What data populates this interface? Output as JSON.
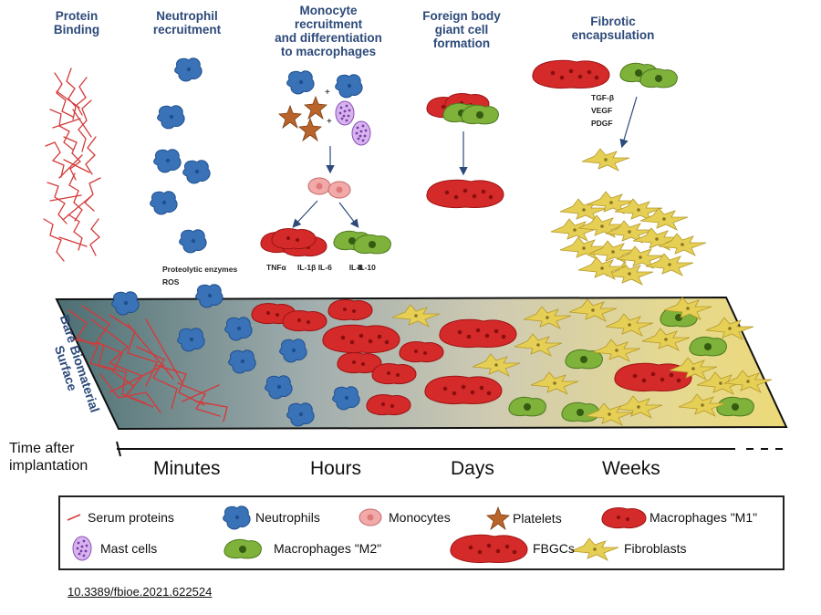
{
  "stages": [
    {
      "id": "protein-binding",
      "lines": [
        "Protein",
        "Binding"
      ]
    },
    {
      "id": "neutrophil-recruitment",
      "lines": [
        "Neutrophil",
        "recruitment"
      ]
    },
    {
      "id": "monocyte-recruitment",
      "lines": [
        "Monocyte",
        "recruitment",
        "and differentiation",
        "to macrophages"
      ]
    },
    {
      "id": "fbgc-formation",
      "lines": [
        "Foreign body",
        "giant cell",
        "formation"
      ]
    },
    {
      "id": "fibrotic-encapsulation",
      "lines": [
        "Fibrotic",
        "encapsulation"
      ]
    }
  ],
  "neutrophil_factors": [
    "Proteolytic enzymes",
    "ROS"
  ],
  "m1_cytokines": [
    "TNFα",
    "IL-1β",
    "IL-6",
    "IL-8"
  ],
  "m2_cytokine": "IL-10",
  "growth_factors": [
    "TGF-β",
    "VEGF",
    "PDGF"
  ],
  "surface_label": [
    "Bare Biomaterial",
    "Surface"
  ],
  "timeline": {
    "label": [
      "Time after",
      "implantation"
    ],
    "marks": [
      "Minutes",
      "Hours",
      "Days",
      "Weeks"
    ]
  },
  "legend": [
    {
      "id": "serum-proteins",
      "label": "Serum proteins"
    },
    {
      "id": "neutrophils",
      "label": "Neutrophils"
    },
    {
      "id": "monocytes",
      "label": "Monocytes"
    },
    {
      "id": "platelets",
      "label": "Platelets"
    },
    {
      "id": "macrophages-m1",
      "label": "Macrophages \"M1\""
    },
    {
      "id": "mast-cells",
      "label": "Mast cells"
    },
    {
      "id": "macrophages-m2",
      "label": "Macrophages \"M2\""
    },
    {
      "id": "fbgcs",
      "label": "FBGCs"
    },
    {
      "id": "fibroblasts",
      "label": "Fibroblasts"
    }
  ],
  "doi": "10.3389/fbioe.2021.622524",
  "colors": {
    "title_blue": "#2d4a7a",
    "neutrophil": "#3a72b8",
    "macrophage_m1": "#d42a2a",
    "macrophage_m2": "#7fb23a",
    "fibroblast": "#e6cf55",
    "monocyte": "#f2a9a9",
    "platelet": "#b8642a",
    "mast_cell": "#b07ad6",
    "serum_protein": "#d43a3a"
  }
}
